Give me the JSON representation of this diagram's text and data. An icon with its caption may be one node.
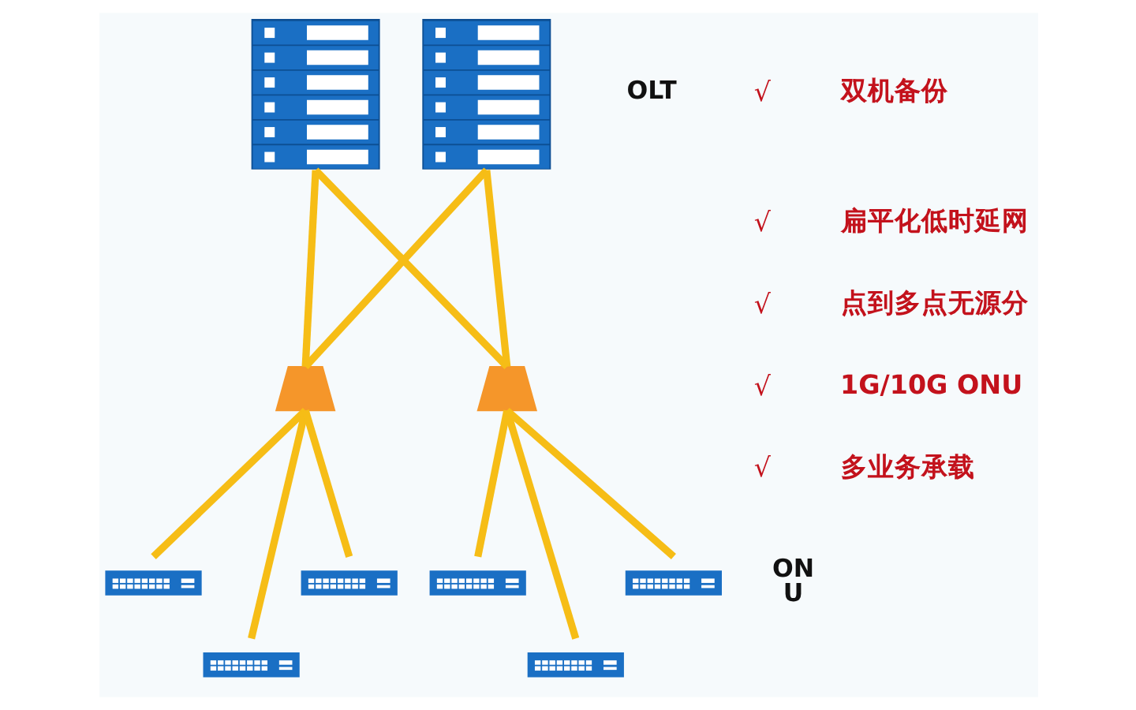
{
  "diagram": {
    "nodes": [
      {
        "text": [],
        "shape": "picture"
      },
      {
        "text": [],
        "shape": "picture"
      },
      {
        "text": [],
        "shape": "picture"
      },
      {
        "text": [],
        "shape": "picture"
      },
      {
        "text": [],
        "shape": "picture"
      },
      {
        "text": [],
        "shape": "picture"
      },
      {
        "text": [],
        "shape": "picture"
      },
      {
        "text": [],
        "shape": "picture"
      },
      {
        "text": [],
        "shape": "picture"
      },
      {
        "text": [],
        "shape": "picture"
      }
    ],
    "edges": [
      {
        "from": 0,
        "to": 2,
        "arrow": "none"
      },
      {
        "from": 0,
        "to": 3,
        "arrow": "none"
      },
      {
        "from": 1,
        "to": 2,
        "arrow": "none"
      },
      {
        "from": 1,
        "to": 3,
        "arrow": "none"
      },
      {
        "from": 2,
        "to": 4,
        "arrow": "none"
      },
      {
        "from": 2,
        "to": 5,
        "arrow": "none"
      },
      {
        "from": 2,
        "to": 6,
        "arrow": "none"
      },
      {
        "from": 3,
        "to": 7,
        "arrow": "none"
      },
      {
        "from": 3,
        "to": 8,
        "arrow": "none"
      },
      {
        "from": 3,
        "to": 9,
        "arrow": "none"
      }
    ],
    "labels": [
      "OLT",
      "√",
      "双机备份",
      "√",
      "扁平化低时延网",
      "√",
      "点到多点无源分",
      "√",
      "1G/10G ONU",
      "√",
      "多业务承载",
      "ON U"
    ]
  }
}
